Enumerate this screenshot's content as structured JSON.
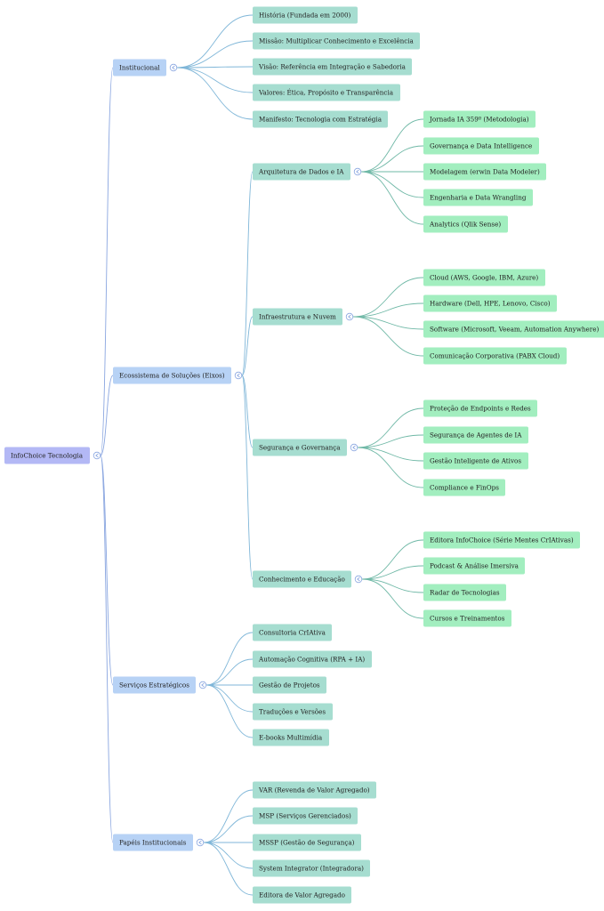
{
  "colors": {
    "root_fill": "#b3b8f5",
    "l1_fill": "#b7d2f5",
    "l2_fill": "#a6ddd0",
    "l3_fill": "#a2eebf",
    "link_l1": "#8aa6e0",
    "link_l2": "#7fb6d8",
    "link_l3": "#6fb8a6",
    "toggle_stroke": "#8aa6e0"
  },
  "mindmap": {
    "root": {
      "label": "InfoChoice Tecnologia",
      "children": [
        {
          "label": "Institucional",
          "children": [
            {
              "label": "História (Fundada em 2000)"
            },
            {
              "label": "Missão: Multiplicar Conhecimento e Excelência"
            },
            {
              "label": "Visão: Referência em Integração e Sabedoria"
            },
            {
              "label": "Valores: Ética, Propósito e Transparência"
            },
            {
              "label": "Manifesto: Tecnologia com Estratégia"
            }
          ]
        },
        {
          "label": "Ecossistema de Soluções (Eixos)",
          "children": [
            {
              "label": "Arquitetura de Dados e IA",
              "children": [
                {
                  "label": "Jornada IA 359º (Metodologia)"
                },
                {
                  "label": "Governança e Data Intelligence"
                },
                {
                  "label": "Modelagem (erwin Data Modeler)"
                },
                {
                  "label": "Engenharia e Data Wrangling"
                },
                {
                  "label": "Analytics (Qlik Sense)"
                }
              ]
            },
            {
              "label": "Infraestrutura e Nuvem",
              "children": [
                {
                  "label": "Cloud (AWS, Google, IBM, Azure)"
                },
                {
                  "label": "Hardware (Dell, HPE, Lenovo, Cisco)"
                },
                {
                  "label": "Software (Microsoft, Veeam, Automation Anywhere)"
                },
                {
                  "label": "Comunicação Corporativa (PABX Cloud)"
                }
              ]
            },
            {
              "label": "Segurança e Governança",
              "children": [
                {
                  "label": "Proteção de Endpoints e Redes"
                },
                {
                  "label": "Segurança de Agentes de IA"
                },
                {
                  "label": "Gestão Inteligente de Ativos"
                },
                {
                  "label": "Compliance e FinOps"
                }
              ]
            },
            {
              "label": "Conhecimento e Educação",
              "children": [
                {
                  "label": "Editora InfoChoice (Série Mentes CrIAtivas)"
                },
                {
                  "label": "Podcast & Análise Imersiva"
                },
                {
                  "label": "Radar de Tecnologias"
                },
                {
                  "label": "Cursos e Treinamentos"
                }
              ]
            }
          ]
        },
        {
          "label": "Serviços Estratégicos",
          "children": [
            {
              "label": "Consultoria CrIAtiva"
            },
            {
              "label": "Automação Cognitiva (RPA + IA)"
            },
            {
              "label": "Gestão de Projetos"
            },
            {
              "label": "Traduções e Versões"
            },
            {
              "label": "E-books Multimídia"
            }
          ]
        },
        {
          "label": "Papéis Institucionais",
          "children": [
            {
              "label": "VAR (Revenda de Valor Agregado)"
            },
            {
              "label": "MSP (Serviços Gerenciados)"
            },
            {
              "label": "MSSP (Gestão de Segurança)"
            },
            {
              "label": "System Integrator (Integradora)"
            },
            {
              "label": "Editora de Valor Agregado"
            }
          ]
        }
      ]
    }
  }
}
